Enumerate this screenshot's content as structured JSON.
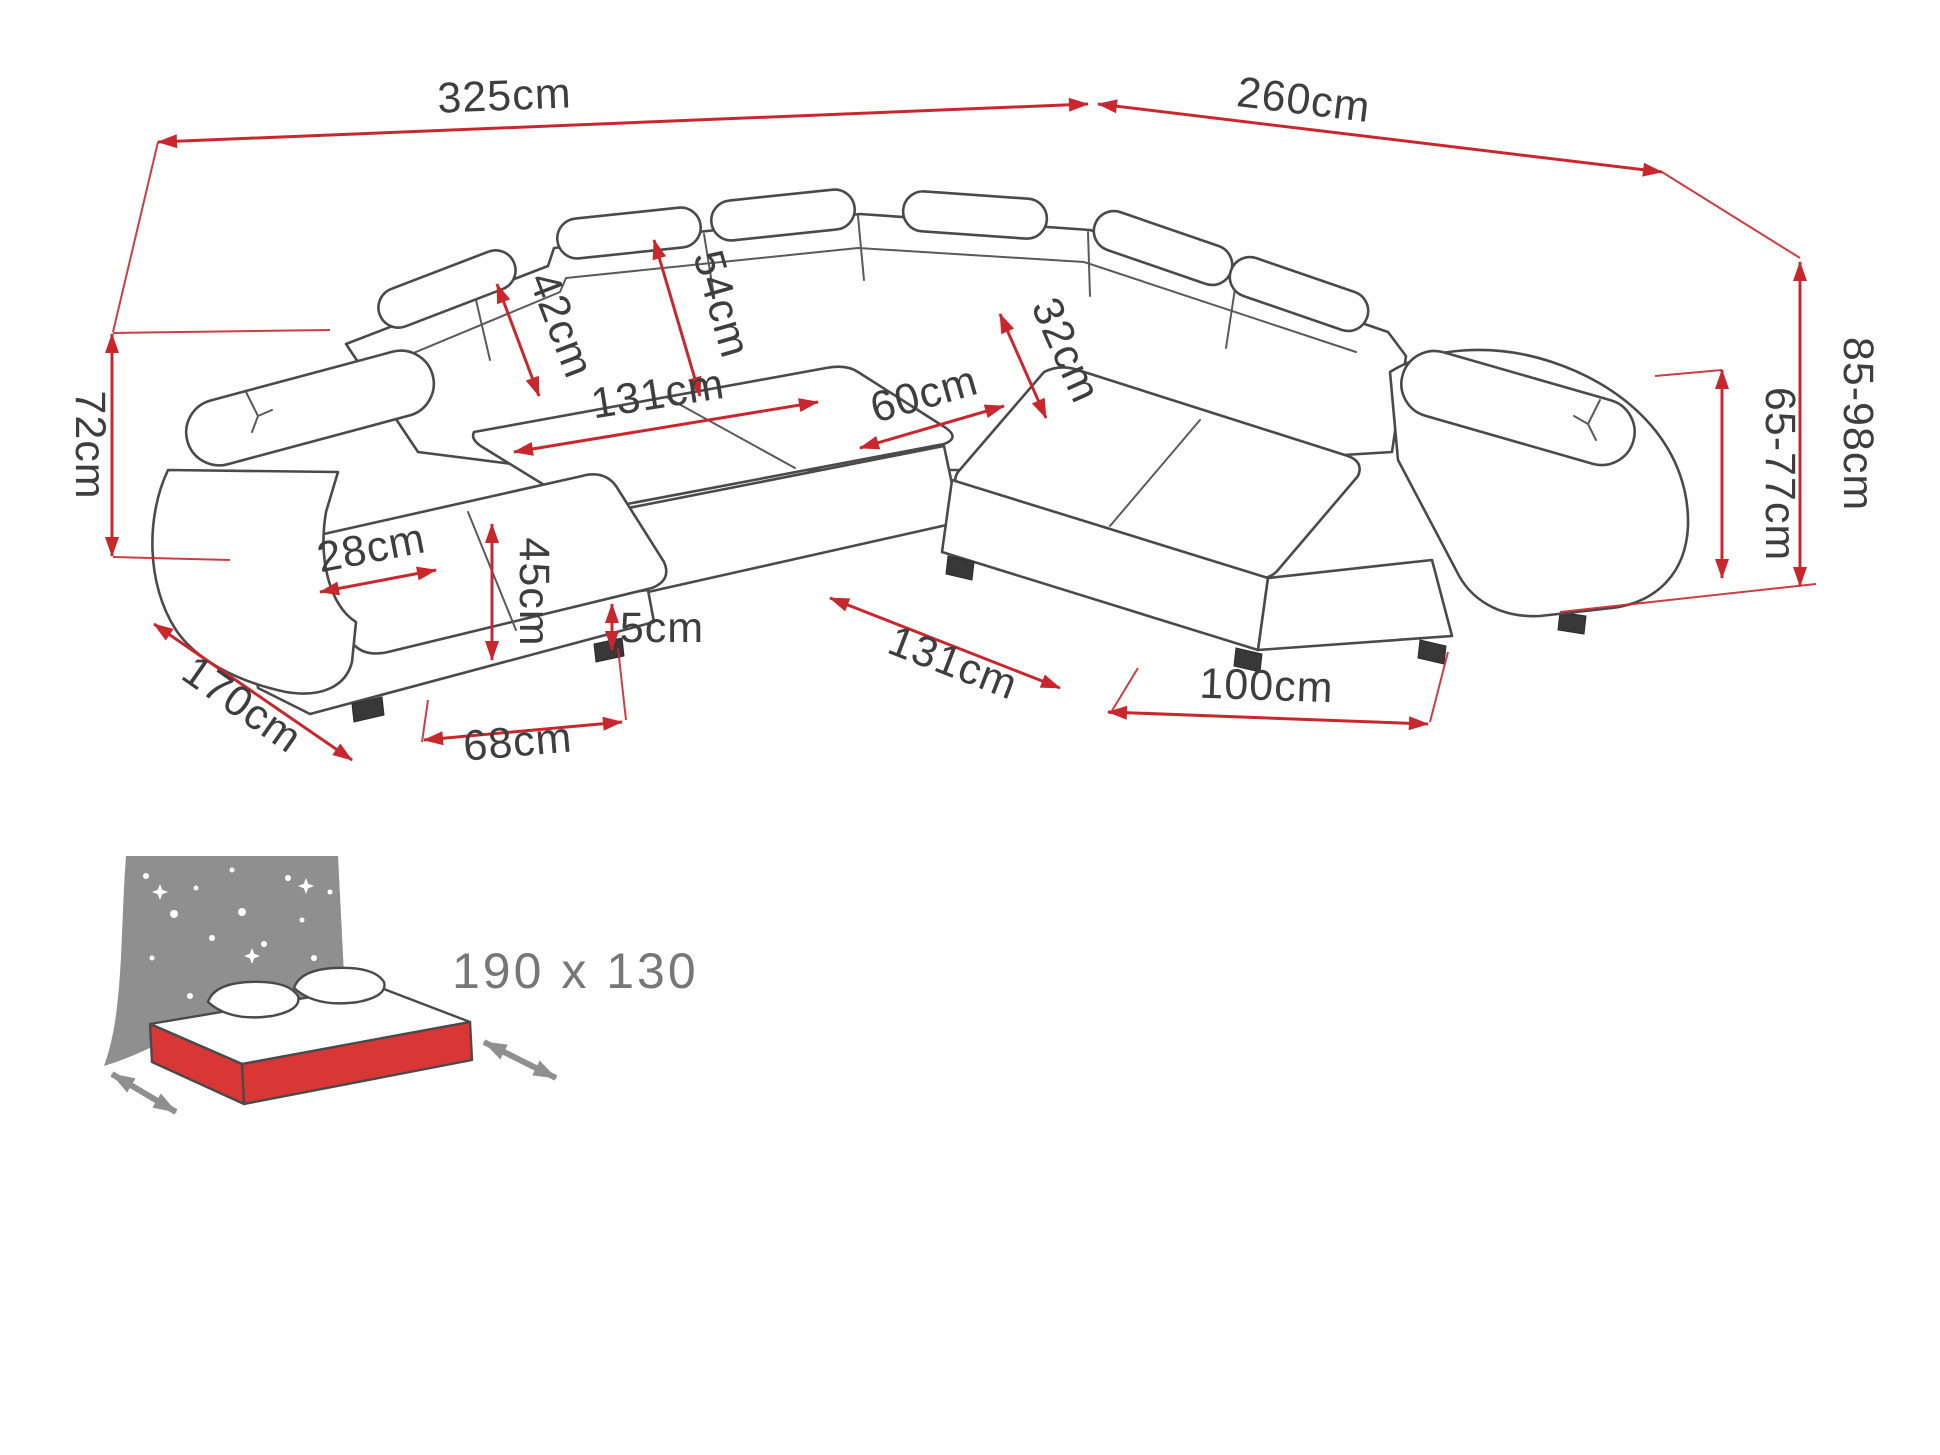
{
  "diagram": {
    "type": "corner-sofa-dimension-diagram",
    "dimensions": {
      "total_width": "325cm",
      "total_depth_right": "260cm",
      "armrest_height": "72cm",
      "back_cushion_left": "42cm",
      "back_cushion_middle": "54cm",
      "seat_depth_left": "131cm",
      "seat_depth_corner": "60cm",
      "back_cushion_right": "32cm",
      "total_height_range": "85-98cm",
      "backrest_height_range": "65-77cm",
      "armrest_width": "28cm",
      "seat_height": "45cm",
      "leg_height": "5cm",
      "chaise_length": "170cm",
      "chaise_width": "68cm",
      "seat_width_bottom": "131cm",
      "right_section_depth": "100cm"
    },
    "sleeping_area": {
      "label": "190 x 130"
    },
    "colors": {
      "dimension_line": "#c8282d",
      "drawing_line": "#4a4a4a",
      "icon_gray": "#8f8f8f",
      "bed_red": "#d93636",
      "label_text": "#3e3e3e"
    }
  }
}
